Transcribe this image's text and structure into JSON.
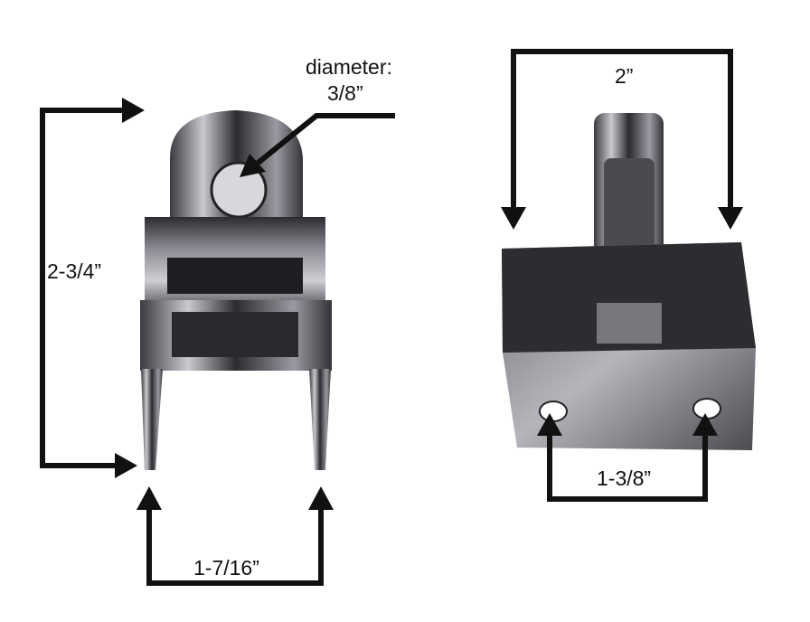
{
  "labels": {
    "diameter_title": "diameter:",
    "diameter_value": "3/8”",
    "height": "2-3/4”",
    "left_leg_spacing": "1-7/16”",
    "right_width": "2”",
    "right_hole_spacing": "1-3/8”"
  },
  "colors": {
    "background": "#ffffff",
    "annotation": "#111111",
    "metal_dark": "#2a2a2e",
    "metal_light": "#d8d8dc"
  }
}
